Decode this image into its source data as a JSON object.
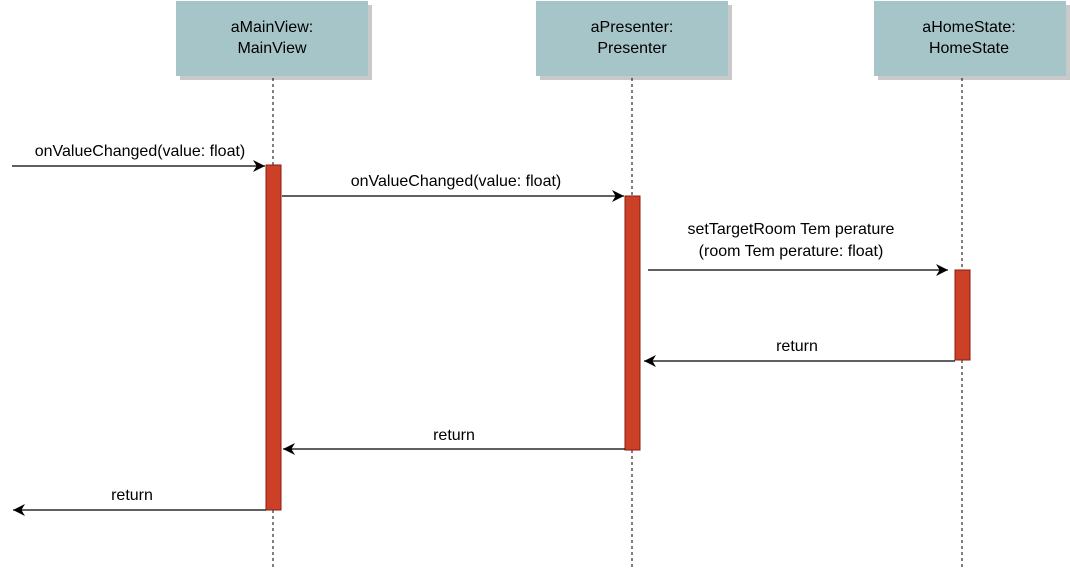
{
  "diagram": {
    "type": "sequence",
    "colors": {
      "participant_fill": "#a6c5c9",
      "participant_shadow": "#c9c9c9",
      "activation_fill": "#cc4027",
      "activation_stroke": "#8a1a10",
      "line": "#000000"
    },
    "participants": [
      {
        "name_line1": "aMainView:",
        "name_line2": "MainView"
      },
      {
        "name_line1": "aPresenter:",
        "name_line2": "Presenter"
      },
      {
        "name_line1": "aHomeState:",
        "name_line2": "HomeState"
      }
    ],
    "messages": [
      {
        "from": "external",
        "to": "aMainView",
        "kind": "call",
        "label": "onValueChanged(value: float)"
      },
      {
        "from": "aMainView",
        "to": "aPresenter",
        "kind": "call",
        "label": "onValueChanged(value: float)"
      },
      {
        "from": "aPresenter",
        "to": "aHomeState",
        "kind": "call",
        "label_line1": "setTargetRoom Tem perature",
        "label_line2": "(room Tem perature: float)"
      },
      {
        "from": "aHomeState",
        "to": "aPresenter",
        "kind": "return",
        "label": "return"
      },
      {
        "from": "aPresenter",
        "to": "aMainView",
        "kind": "return",
        "label": "return"
      },
      {
        "from": "aMainView",
        "to": "external",
        "kind": "return",
        "label": "return"
      }
    ]
  }
}
